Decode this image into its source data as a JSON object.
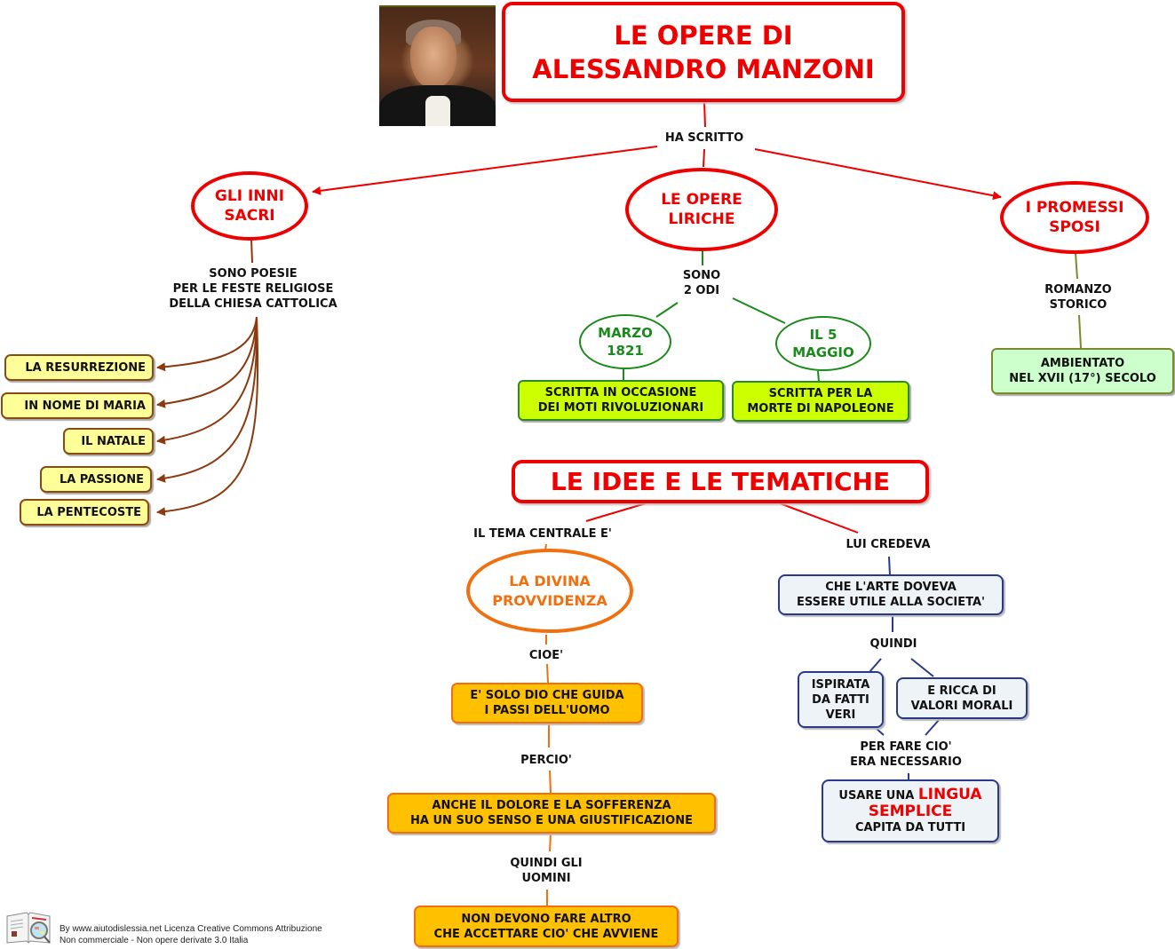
{
  "title": {
    "line1": "LE OPERE DI",
    "line2": "ALESSANDRO MANZONI"
  },
  "portrait": {
    "alt": "Ritratto di Alessandro Manzoni"
  },
  "links": {
    "ha_scritto": "HA SCRITTO"
  },
  "works": {
    "inni_sacri": {
      "line1": "GLI INNI",
      "line2": "SACRI",
      "description": [
        "SONO POESIE",
        "PER LE FESTE RELIGIOSE",
        "DELLA CHIESA CATTOLICA"
      ],
      "items": [
        "LA RESURREZIONE",
        "IN NOME DI MARIA",
        "IL NATALE",
        "LA PASSIONE",
        "LA PENTECOSTE"
      ]
    },
    "opere_liriche": {
      "line1": "LE OPERE",
      "line2": "LIRICHE",
      "link": [
        "SONO",
        "2 ODI"
      ],
      "odes": [
        {
          "line1": "MARZO",
          "line2": "1821",
          "desc1": "SCRITTA IN OCCASIONE",
          "desc2": "DEI MOTI RIVOLUZIONARI"
        },
        {
          "line1": "IL 5",
          "line2": "MAGGIO",
          "desc1": "SCRITTA PER LA",
          "desc2": "MORTE DI NAPOLEONE"
        }
      ]
    },
    "promessi_sposi": {
      "line1": "I PROMESSI",
      "line2": "SPOSI",
      "link": [
        "ROMANZO",
        "STORICO"
      ],
      "desc1": "AMBIENTATO",
      "desc2": "NEL XVII (17°) SECOLO"
    }
  },
  "ideas": {
    "title": "LE IDEE E LE TEMATICHE",
    "left": {
      "link": "IL TEMA CENTRALE E'",
      "theme_line1": "LA DIVINA",
      "theme_line2": "PROVVIDENZA",
      "link2": "CIOE'",
      "box1_line1": "E' SOLO DIO CHE GUIDA",
      "box1_line2": "I PASSI DELL'UOMO",
      "link3": "PERCIO'",
      "box2_line1": "ANCHE IL DOLORE E LA SOFFERENZA",
      "box2_line2": "HA UN SUO SENSO E UNA GIUSTIFICAZIONE",
      "link4_line1": "QUINDI GLI",
      "link4_line2": "UOMINI",
      "box3_line1": "NON DEVONO FARE ALTRO",
      "box3_line2": "CHE ACCETTARE CIO' CHE AVVIENE"
    },
    "right": {
      "link": "LUI CREDEVA",
      "box1_line1": "CHE L'ARTE DOVEVA",
      "box1_line2": "ESSERE UTILE ALLA SOCIETA'",
      "link2": "QUINDI",
      "box2_line1": "ISPIRATA",
      "box2_line2": "DA FATTI",
      "box2_line3": "VERI",
      "box3_line1": "E RICCA DI",
      "box3_line2": "VALORI MORALI",
      "link3_line1": "PER FARE CIO'",
      "link3_line2": "ERA NECESSARIO",
      "box4_pre": "USARE UNA ",
      "box4_highlight1": "LINGUA",
      "box4_highlight2": "SEMPLICE",
      "box4_post": "CAPITA DA TUTTI"
    }
  },
  "footer": {
    "line1": "By www.aiutodislessia.net Licenza Creative Commons Attribuzione",
    "line2": "Non commerciale - Non opere derivate 3.0 Italia"
  },
  "colors": {
    "red": "#ee0000",
    "green": "#1a8a1a",
    "orange": "#f07010",
    "brown": "#8b3a10",
    "navy": "#2a3a8a",
    "olive": "#7a8a2a"
  }
}
